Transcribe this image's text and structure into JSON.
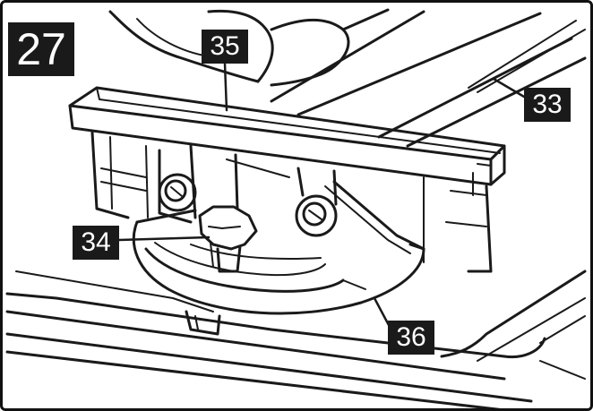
{
  "figure": {
    "number": "27"
  },
  "callouts": {
    "c33": "33",
    "c34": "34",
    "c35": "35",
    "c36": "36"
  },
  "colors": {
    "ink": "#1a1a1a",
    "paper": "#ffffff"
  }
}
